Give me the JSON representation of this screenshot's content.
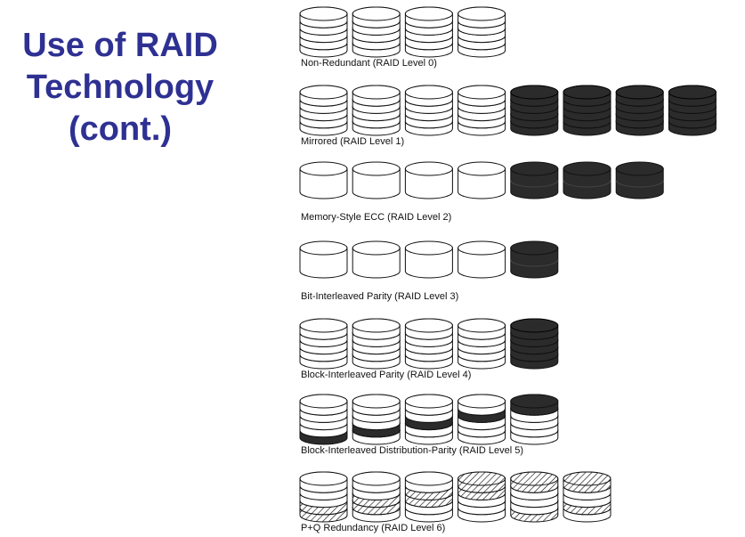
{
  "title": {
    "line1": "Use of RAID",
    "line2": "Technology",
    "line3": "(cont.)"
  },
  "colors": {
    "title": "#2e3192",
    "disk_stroke": "#111111",
    "disk_fill": "#ffffff",
    "redundant_fill": "#2b2b2b",
    "parity_band": "#555555"
  },
  "raid_levels": [
    {
      "label": "Non-Redundant (RAID Level 0)",
      "disks": [
        {
          "style": "data"
        },
        {
          "style": "data"
        },
        {
          "style": "data"
        },
        {
          "style": "data"
        }
      ]
    },
    {
      "label": "Mirrored (RAID Level 1)",
      "disks": [
        {
          "style": "data"
        },
        {
          "style": "data"
        },
        {
          "style": "data"
        },
        {
          "style": "data"
        },
        {
          "style": "redundant"
        },
        {
          "style": "redundant"
        },
        {
          "style": "redundant"
        },
        {
          "style": "redundant"
        }
      ]
    },
    {
      "label": "Memory-Style ECC (RAID Level 2)",
      "disks": [
        {
          "style": "bit"
        },
        {
          "style": "bit"
        },
        {
          "style": "bit"
        },
        {
          "style": "bit"
        },
        {
          "style": "redundant-bit"
        },
        {
          "style": "redundant-bit"
        },
        {
          "style": "redundant-bit"
        }
      ]
    },
    {
      "label": "Bit-Interleaved Parity (RAID Level 3)",
      "disks": [
        {
          "style": "bit"
        },
        {
          "style": "bit"
        },
        {
          "style": "bit"
        },
        {
          "style": "bit"
        },
        {
          "style": "redundant-bit"
        }
      ]
    },
    {
      "label": "Block-Interleaved Parity (RAID Level 4)",
      "disks": [
        {
          "style": "data"
        },
        {
          "style": "data"
        },
        {
          "style": "data"
        },
        {
          "style": "data"
        },
        {
          "style": "redundant"
        }
      ]
    },
    {
      "label": "Block-Interleaved Distribution-Parity (RAID Level 5)",
      "disks": [
        {
          "style": "distributed",
          "parity_band": 4
        },
        {
          "style": "distributed",
          "parity_band": 3
        },
        {
          "style": "distributed",
          "parity_band": 2
        },
        {
          "style": "distributed",
          "parity_band": 1
        },
        {
          "style": "distributed",
          "parity_band": 0
        }
      ]
    },
    {
      "label": "P+Q Redundancy (RAID Level 6)",
      "disks": [
        {
          "style": "pq",
          "hatched_bands": [
            3,
            4
          ]
        },
        {
          "style": "pq",
          "hatched_bands": [
            2,
            3
          ]
        },
        {
          "style": "pq",
          "hatched_bands": [
            1,
            2
          ]
        },
        {
          "style": "pq",
          "hatched_bands": [
            0,
            1
          ]
        },
        {
          "style": "pq",
          "hatched_bands": [
            0,
            4
          ]
        },
        {
          "style": "pq",
          "hatched_bands": [
            0,
            3
          ]
        }
      ]
    }
  ]
}
